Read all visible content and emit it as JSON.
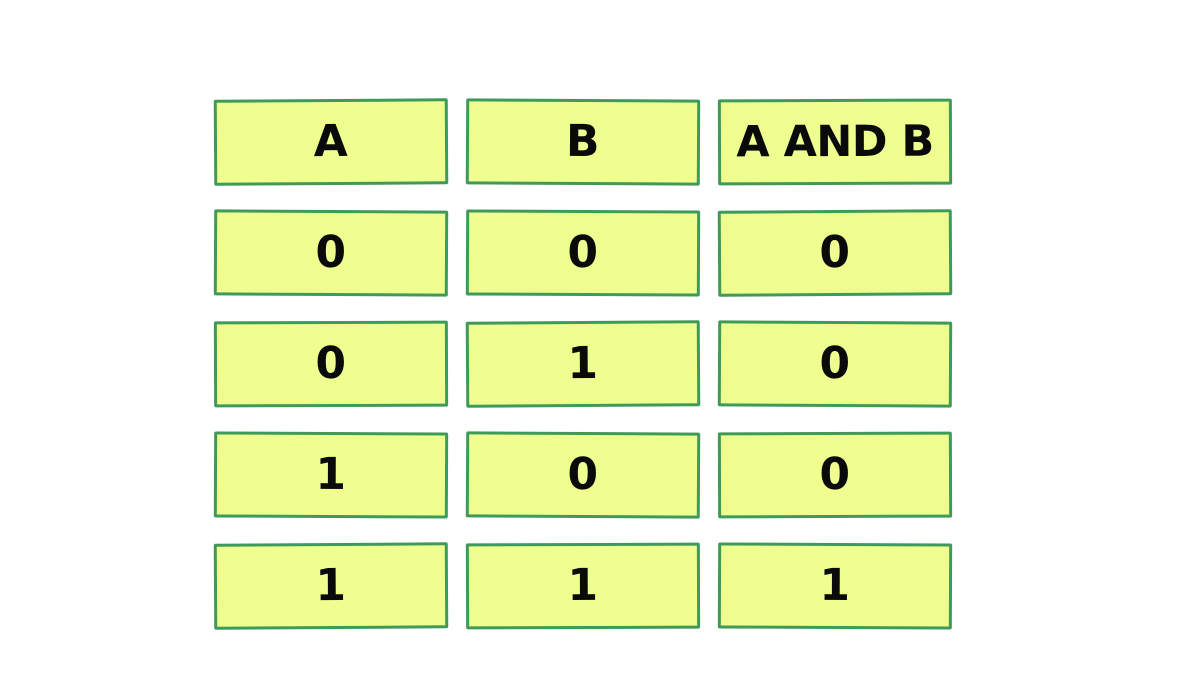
{
  "table": {
    "headers": [
      "A",
      "B",
      "A AND B"
    ],
    "rows": [
      [
        "0",
        "0",
        "0"
      ],
      [
        "0",
        "1",
        "0"
      ],
      [
        "1",
        "0",
        "0"
      ],
      [
        "1",
        "1",
        "1"
      ]
    ]
  },
  "colors": {
    "cell_fill": "#efff8f",
    "cell_border": "#3f9a5a",
    "text": "#0a0a0a",
    "background": "#ffffff"
  }
}
